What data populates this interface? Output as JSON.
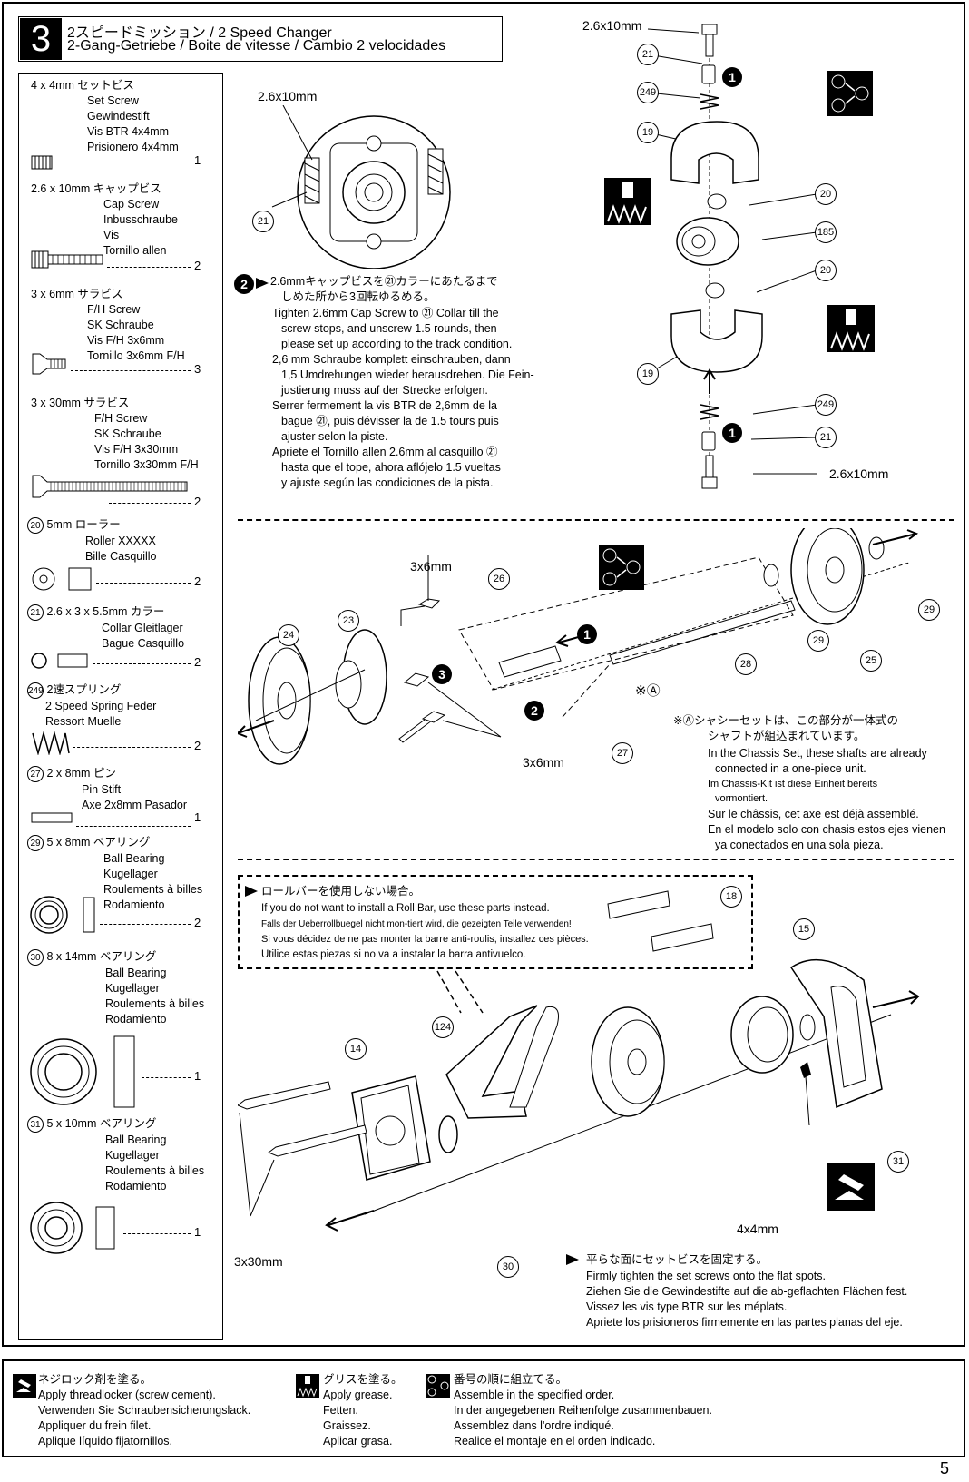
{
  "header": {
    "step_number": "3",
    "line1": "2スピードミッション / 2 Speed Changer",
    "line2": "2-Gang-Getriebe / Boite de vitesse / Cambio 2 velocidades"
  },
  "parts": [
    {
      "lines": [
        "4 x 4mm  セットビス",
        "Set Screw",
        "Gewindestift",
        "Vis BTR 4x4mm",
        "Prisionero 4x4mm"
      ],
      "qty": "1"
    },
    {
      "lines": [
        "2.6 x 10mm  キャップビス",
        "Cap Screw",
        "Inbusschraube",
        "Vis",
        "Tornillo allen"
      ],
      "qty": "2"
    },
    {
      "lines": [
        "3 x 6mm  サラビス",
        "F/H Screw",
        "SK Schraube",
        "Vis F/H 3x6mm",
        "Tornillo 3x6mm F/H"
      ],
      "qty": "3"
    },
    {
      "lines": [
        "3 x 30mm  サラビス",
        "F/H Screw",
        "SK Schraube",
        "Vis F/H 3x30mm",
        "Tornillo 3x30mm F/H"
      ],
      "qty": "2"
    },
    {
      "num": "20",
      "lines": [
        "5mm  ローラー",
        "Roller    XXXXX",
        "Bille    Casquillo"
      ],
      "qty": "2"
    },
    {
      "num": "21",
      "lines": [
        "2.6 x 3 x 5.5mm  カラー",
        "Collar    Gleitlager",
        "Bague    Casquillo"
      ],
      "qty": "2"
    },
    {
      "num": "249",
      "lines": [
        "2速スプリング",
        "2 Speed Spring    Feder",
        "Ressort    Muelle"
      ],
      "qty": "2"
    },
    {
      "num": "27",
      "lines": [
        "2 x 8mm  ピン",
        "Pin    Stift",
        "Axe 2x8mm    Pasador"
      ],
      "qty": "1"
    },
    {
      "num": "29",
      "lines": [
        "5 x 8mm  ベアリング",
        "Ball Bearing",
        "Kugellager",
        "Roulements à billes",
        "Rodamiento"
      ],
      "qty": "2"
    },
    {
      "num": "30",
      "lines": [
        "8 x 14mm  ベアリング",
        "Ball Bearing",
        "Kugellager",
        "Roulements à billes",
        "Rodamiento"
      ],
      "qty": "1"
    },
    {
      "num": "31",
      "lines": [
        "5 x 10mm  ベアリング",
        "Ball Bearing",
        "Kugellager",
        "Roulements à billes",
        "Rodamiento"
      ],
      "qty": "1"
    }
  ],
  "top_section": {
    "detail_screw_label": "2.6x10mm",
    "detail_collar_num": "21",
    "instr_marker": "2",
    "instr_lines": [
      "2.6mmキャップビスを㉑カラーにあたるまで",
      "しめた所から3回転ゆるめる。",
      "Tighten 2.6mm Cap Screw to ㉑ Collar till the",
      "screw stops, and unscrew 1.5 rounds, then",
      "please set up according to the track condition.",
      "2,6 mm Schraube komplett einschrauben, dann",
      "1,5 Umdrehungen wieder herausdrehen. Die Fein-",
      "justierung muss auf der Strecke erfolgen.",
      "Serrer fermement la vis BTR de 2,6mm de la",
      "bague ㉑, puis dévisser la de 1.5 tours puis",
      "ajuster selon la piste.",
      "Apriete el Tornillo allen 2.6mm al casquillo ㉑",
      "hasta que el tope, ahora aflójelo 1.5 vueltas",
      "y ajuste según las condiciones de la pista."
    ],
    "top_screw_label": "2.6x10mm",
    "bottom_screw_label": "2.6x10mm",
    "callouts": [
      "21",
      "249",
      "19",
      "20",
      "185",
      "20",
      "19",
      "249",
      "21"
    ],
    "marker_1a": "1",
    "marker_1b": "1"
  },
  "middle_section": {
    "screw_label_top": "3x6mm",
    "screw_label_bottom": "3x6mm",
    "callouts": [
      "24",
      "23",
      "26",
      "28",
      "29",
      "25",
      "29",
      "27"
    ],
    "markers": [
      "1",
      "2",
      "3"
    ],
    "note_mark": "※Ⓐ",
    "note_lines": [
      "※Ⓐシャシーセットは、この部分が一体式の",
      "シャフトが組込まれています。",
      "In the Chassis Set, these shafts are already",
      "connected in a one-piece unit.",
      "Im Chassis-Kit ist diese Einheit bereits",
      "vormontiert.",
      "Sur le châssis, cet axe est déjà assemblé.",
      "En el modelo solo con chasis estos ejes vienen",
      "ya conectados en una sola pieza."
    ]
  },
  "bottom_section": {
    "rollbar_lines": [
      "ロールバーを使用しない場合。",
      "If you do not want to install a Roll Bar, use these parts instead.",
      "Falls der Ueberrollbuegel nicht mon-tiert wird, die gezeigten Teile verwenden!",
      "Si vous décidez de ne pas monter la barre anti-roulis, installez ces pièces.",
      "Utilice estas piezas si no va a instalar la barra antivuelco."
    ],
    "callouts": [
      "18",
      "15",
      "124",
      "14",
      "31",
      "30"
    ],
    "screw_label": "3x30mm",
    "setscrew_label": "4x4mm",
    "flat_lines": [
      "平らな面にセットビスを固定する。",
      "Firmly tighten the set screws onto the flat spots.",
      "Ziehen Sie die Gewindestifte auf die ab-geflachten Flächen fest.",
      "Vissez les vis type BTR sur les méplats.",
      "Apriete los prisioneros firmemente en las partes planas del eje."
    ]
  },
  "footer": {
    "col1": [
      "ネジロック剤を塗る。",
      "Apply threadlocker (screw cement).",
      "Verwenden Sie Schraubensicherungslack.",
      "Appliquer du frein filet.",
      "Aplique líquido fijatornillos."
    ],
    "col2": [
      "グリスを塗る。",
      "Apply grease.",
      "Fetten.",
      "Graissez.",
      "Aplicar grasa."
    ],
    "col3": [
      "番号の順に組立てる。",
      "Assemble in the specified order.",
      "In der angegebenen Reihenfolge zusammenbauen.",
      "Assemblez dans l'ordre indiqué.",
      "Realice el montaje en el orden indicado."
    ]
  },
  "page_number": "5"
}
